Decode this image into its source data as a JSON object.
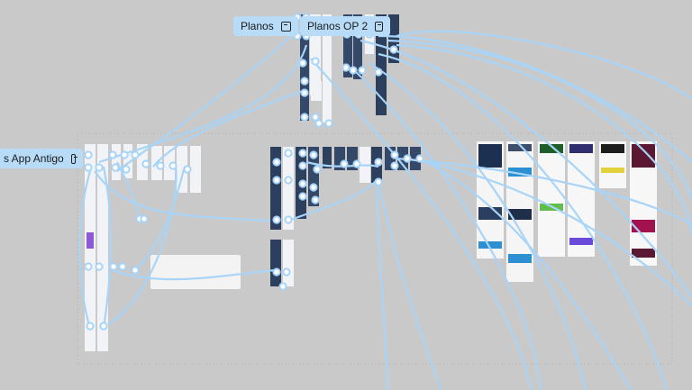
{
  "canvas": {
    "background": "#c9c9c9",
    "connector_color": "#a8d4f8",
    "pill_color": "#b8dcf8"
  },
  "sections": {
    "planos": {
      "label": "Planos",
      "icon": "frame-icon"
    },
    "planos_op2": {
      "label": "Planos OP 2",
      "icon": "frame-icon"
    },
    "app_antigo": {
      "label": "s App Antigo",
      "icon": "frame-icon"
    }
  }
}
